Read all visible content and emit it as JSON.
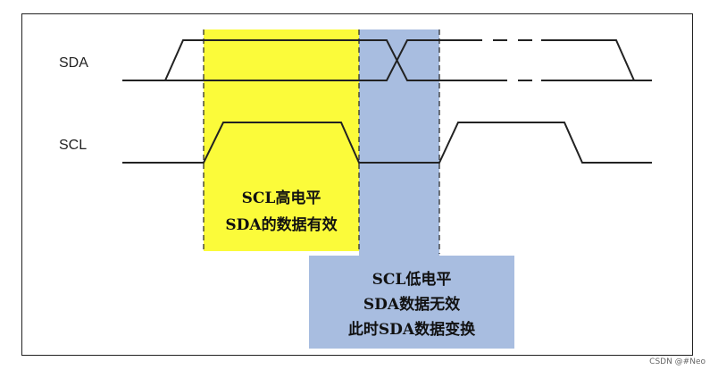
{
  "signals": {
    "sda": "SDA",
    "scl": "SCL"
  },
  "high_region": {
    "line1": "SCL高电平",
    "line2": "SDA的数据有效",
    "color": "#fbfb3a"
  },
  "low_region": {
    "line1": "SCL低电平",
    "line2": "SDA数据无效",
    "line3": "此时SDA数据变换",
    "color": "#a8bde0"
  },
  "watermark": "CSDN @#Neo"
}
